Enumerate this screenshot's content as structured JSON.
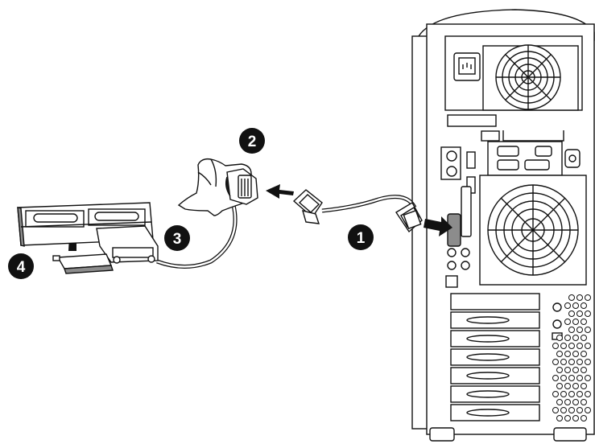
{
  "steps": [
    {
      "number": "1"
    },
    {
      "number": "2"
    },
    {
      "number": "3"
    },
    {
      "number": "4"
    }
  ],
  "colors": {
    "line": "#111111",
    "fill": "#ffffff",
    "shade": "#8c8c8c",
    "dark": "#1a1a1a"
  },
  "icons": [
    "tower-computer-icon",
    "scsi-cable-icon",
    "hand-icon",
    "arrow-icon",
    "terminator-icon",
    "drive-enclosure-icon"
  ]
}
